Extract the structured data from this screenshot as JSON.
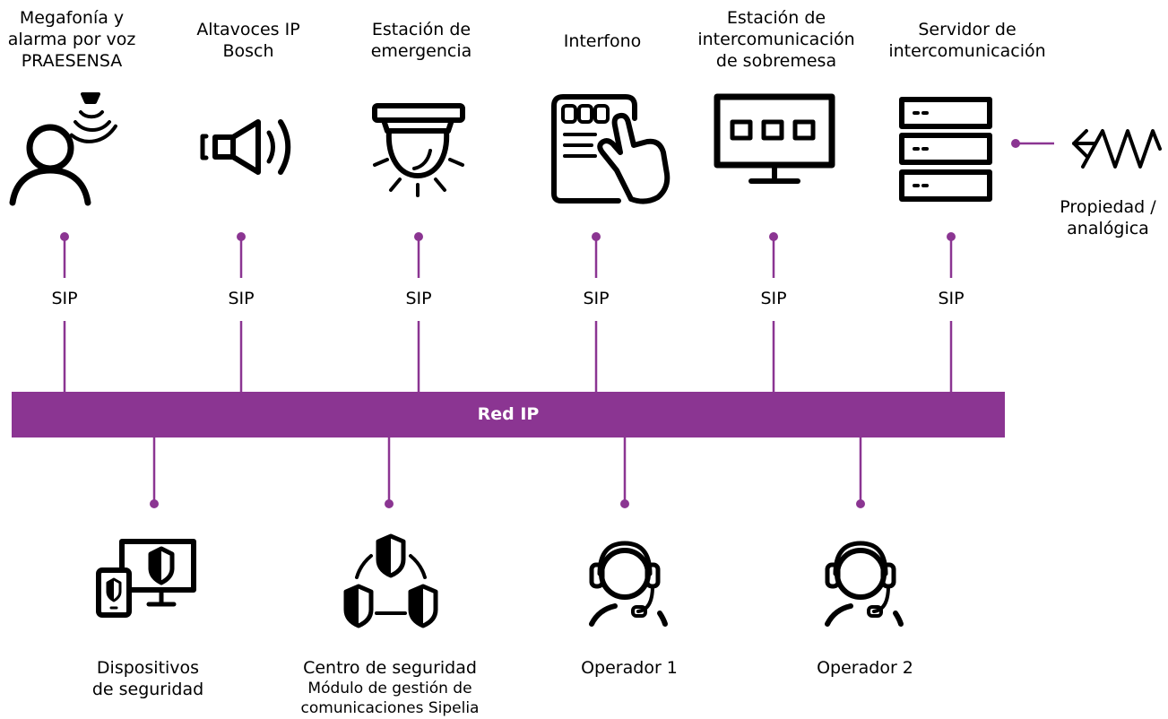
{
  "colors": {
    "accent": "#8b3592",
    "icon": "#000000",
    "background": "#ffffff"
  },
  "network": {
    "label": "Red IP"
  },
  "devices": [
    {
      "name": "Megafonía y\nalarma por voz\nPRAESENSA",
      "line1": "Megafonía y",
      "line2": "alarma por voz",
      "line3": "PRAESENSA",
      "protocol": "SIP",
      "icon": "person-speaker-icon"
    },
    {
      "line1": "Altavoces IP",
      "line2": "Bosch",
      "protocol": "SIP",
      "icon": "loudspeaker-icon"
    },
    {
      "line1": "Estación de",
      "line2": "emergencia",
      "protocol": "SIP",
      "icon": "emergency-beacon-icon"
    },
    {
      "line1": "Interfono",
      "protocol": "SIP",
      "icon": "touch-panel-icon"
    },
    {
      "line1": "Estación de",
      "line2": "intercomunicación",
      "line3": "de sobremesa",
      "protocol": "SIP",
      "icon": "desktop-monitor-icon"
    },
    {
      "line1": "Servidor de",
      "line2": "intercomunicación",
      "protocol": "SIP",
      "icon": "server-icon"
    }
  ],
  "legacy": {
    "line1": "Propiedad /",
    "line2": "analógica",
    "icon": "analog-signal-icon"
  },
  "endpoints": [
    {
      "line1": "Dispositivos",
      "line2": "de seguridad",
      "icon": "security-devices-icon"
    },
    {
      "line1": "Centro de seguridad",
      "subline1": "Módulo de gestión de",
      "subline2": "comunicaciones Sipelia",
      "icon": "shield-network-icon"
    },
    {
      "line1": "Operador 1",
      "icon": "operator-headset-icon"
    },
    {
      "line1": "Operador 2",
      "icon": "operator-headset-icon"
    }
  ]
}
